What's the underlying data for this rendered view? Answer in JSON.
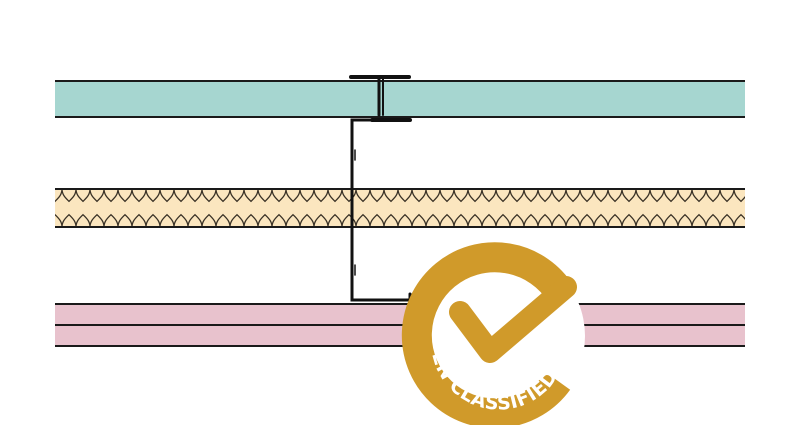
{
  "diagram": {
    "layers": [
      {
        "name": "board-top",
        "color": "#a6d6d0"
      },
      {
        "name": "insulation",
        "color": "#fbe6bf"
      },
      {
        "name": "board-bottom-1",
        "color": "#e8c2cd"
      },
      {
        "name": "board-bottom-2",
        "color": "#e8c2cd"
      }
    ],
    "stud_color": "#111111",
    "outline_color": "#1a1a1a"
  },
  "badge": {
    "text": "EN CLASSIFIED",
    "color": "#d09a2a",
    "icon": "check-icon"
  }
}
